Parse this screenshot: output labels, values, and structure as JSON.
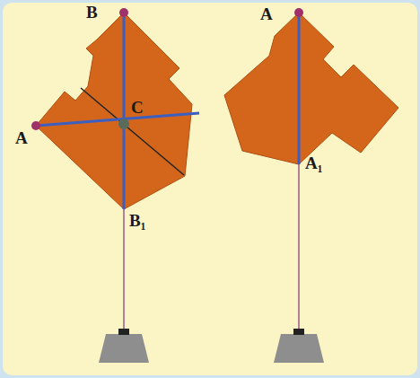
{
  "diagram": {
    "labels": [
      "B",
      "C",
      "A",
      "B₁",
      "A",
      "A₁"
    ]
  }
}
